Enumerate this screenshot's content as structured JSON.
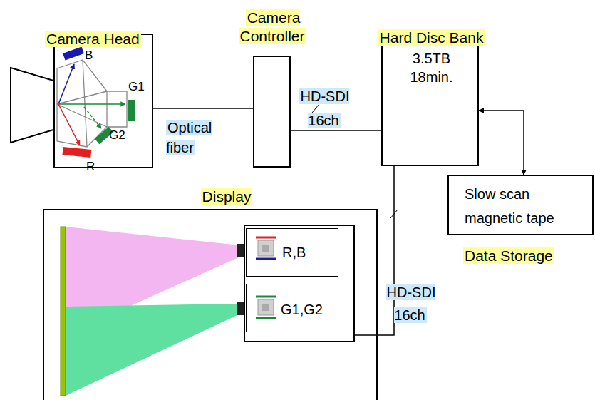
{
  "diagram": {
    "nodes": [
      {
        "text": [
          "Camera Head"
        ]
      },
      {
        "text": [
          "Camera Controller"
        ]
      },
      {
        "text": [
          "Hard Disc Bank",
          "3.5TB 18min."
        ]
      },
      {
        "text": [
          "Slow scan magnetic tape",
          "Data Storage"
        ]
      },
      {
        "text": [
          "Display"
        ]
      },
      {
        "text": [
          "R,B"
        ],
        "in": 4
      },
      {
        "text": [
          "G1,G2"
        ],
        "in": 4
      }
    ],
    "edges": [
      {
        "from": 0,
        "to": 1,
        "arrow": "none",
        "label": "Optical fiber"
      },
      {
        "from": 1,
        "to": 2,
        "arrow": "none",
        "label": "HD-SDI 16ch"
      },
      {
        "from": 2,
        "to": 4,
        "arrow": "none",
        "label": "HD-SDI 16ch"
      },
      {
        "from": 2,
        "to": 3,
        "arrow": "both"
      }
    ],
    "labels": [
      "B",
      "G1",
      "G2",
      "R"
    ]
  }
}
